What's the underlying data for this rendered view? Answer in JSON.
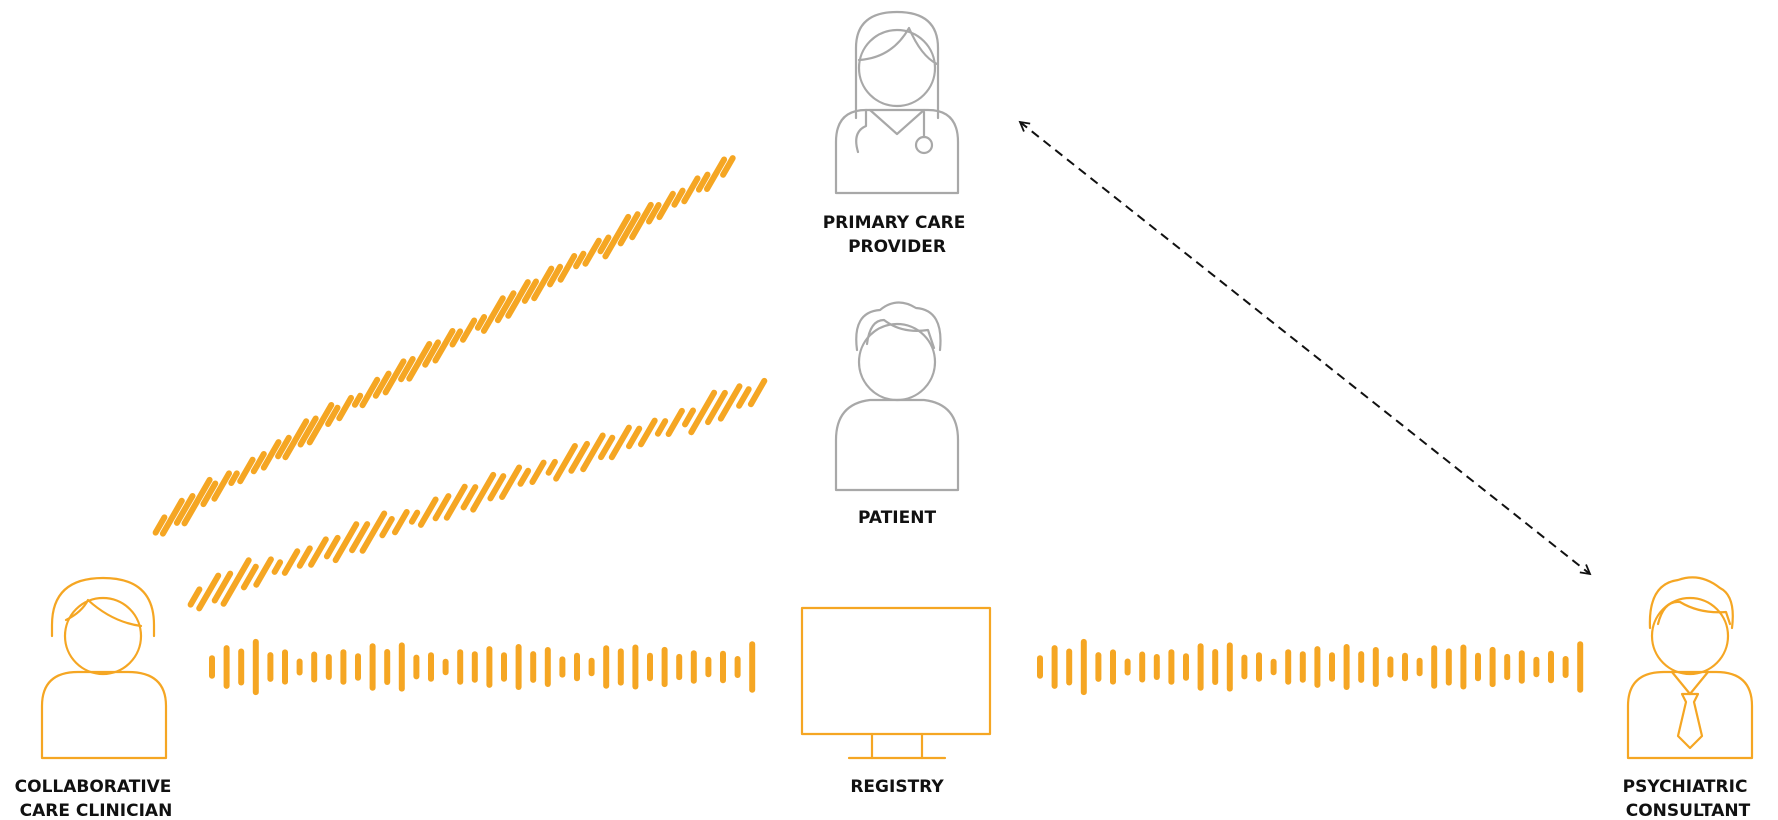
{
  "nodes": {
    "primary_care": {
      "label_lines": [
        "PRIMARY CARE",
        "PROVIDER"
      ]
    },
    "patient": {
      "label_lines": [
        "PATIENT"
      ]
    },
    "clinician": {
      "label_lines": [
        "COLLABORATIVE",
        "CARE CLINICIAN"
      ]
    },
    "registry": {
      "label_lines": [
        "REGISTRY"
      ]
    },
    "psychiatrist": {
      "label_lines": [
        "PSYCHIATRIC",
        "CONSULTANT"
      ]
    }
  },
  "colors": {
    "accent": "#f5a623",
    "neutral": "#a8a8a8",
    "text": "#111111",
    "connector": "#111111"
  },
  "icons": {
    "primary_care": "doctor-female-icon",
    "patient": "patient-person-icon",
    "clinician": "clinician-female-icon",
    "registry": "computer-monitor-icon",
    "psychiatrist": "psychiatrist-male-icon"
  },
  "connections": [
    {
      "from": "clinician",
      "to": "primary_care",
      "style": "wave"
    },
    {
      "from": "clinician",
      "to": "patient",
      "style": "wave"
    },
    {
      "from": "clinician",
      "to": "registry",
      "style": "wave"
    },
    {
      "from": "registry",
      "to": "psychiatrist",
      "style": "wave"
    },
    {
      "from": "primary_care",
      "to": "psychiatrist",
      "style": "dashed-bidirectional"
    }
  ]
}
